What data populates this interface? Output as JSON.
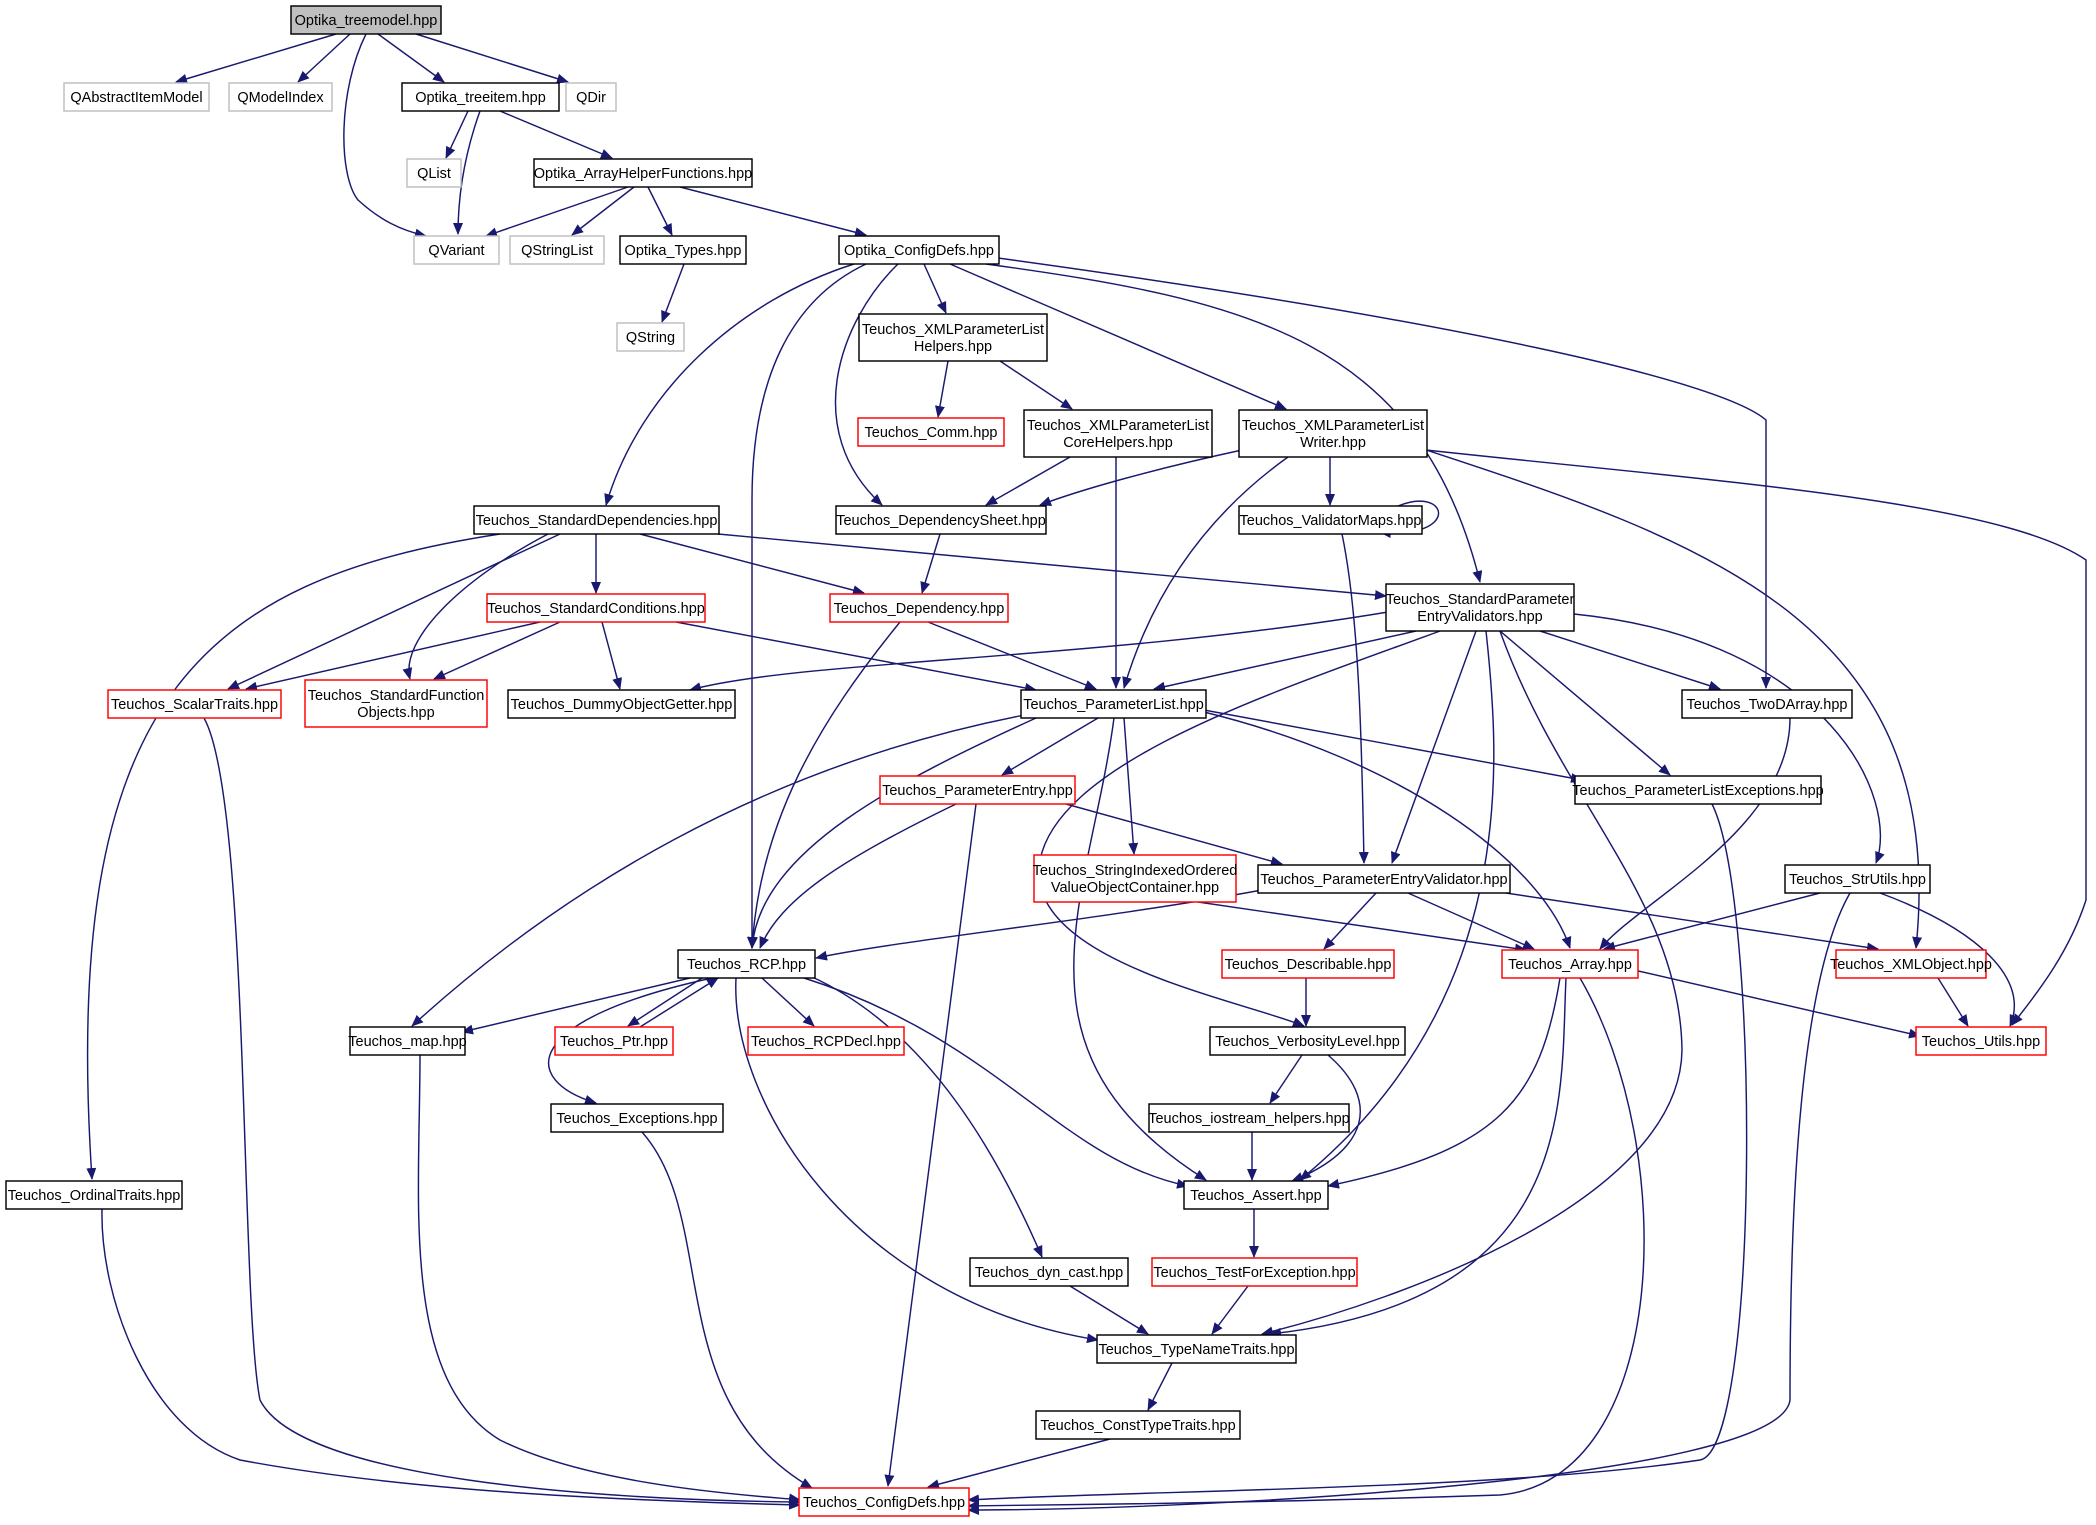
{
  "graph": {
    "colors": {
      "edge": "#191970",
      "root_fill": "#bfbfbf",
      "normal_border": "#000000",
      "truncated_border": "#ff0000",
      "external_border": "#bfbfbf",
      "text": "#000000",
      "background": "#ffffff"
    },
    "nodes": [
      {
        "id": "optika_treemodel",
        "label": [
          "Optika_treemodel.hpp"
        ],
        "kind": "root"
      },
      {
        "id": "qabstractitemmodel",
        "label": [
          "QAbstractItemModel"
        ],
        "kind": "external"
      },
      {
        "id": "qmodelindex",
        "label": [
          "QModelIndex"
        ],
        "kind": "external"
      },
      {
        "id": "optika_treeitem",
        "label": [
          "Optika_treeitem.hpp"
        ],
        "kind": "normal"
      },
      {
        "id": "qdir",
        "label": [
          "QDir"
        ],
        "kind": "external"
      },
      {
        "id": "qlist",
        "label": [
          "QList"
        ],
        "kind": "external"
      },
      {
        "id": "optika_arrayhelper",
        "label": [
          "Optika_ArrayHelperFunctions.hpp"
        ],
        "kind": "normal"
      },
      {
        "id": "qvariant",
        "label": [
          "QVariant"
        ],
        "kind": "external"
      },
      {
        "id": "qstringlist",
        "label": [
          "QStringList"
        ],
        "kind": "external"
      },
      {
        "id": "optika_types",
        "label": [
          "Optika_Types.hpp"
        ],
        "kind": "normal"
      },
      {
        "id": "optika_configdefs",
        "label": [
          "Optika_ConfigDefs.hpp"
        ],
        "kind": "normal"
      },
      {
        "id": "qstring",
        "label": [
          "QString"
        ],
        "kind": "external"
      },
      {
        "id": "xml_helpers",
        "label": [
          "Teuchos_XMLParameterList",
          "Helpers.hpp"
        ],
        "kind": "normal"
      },
      {
        "id": "teuchos_comm",
        "label": [
          "Teuchos_Comm.hpp"
        ],
        "kind": "truncated"
      },
      {
        "id": "xml_corehelpers",
        "label": [
          "Teuchos_XMLParameterList",
          "CoreHelpers.hpp"
        ],
        "kind": "normal"
      },
      {
        "id": "xml_writer",
        "label": [
          "Teuchos_XMLParameterList",
          "Writer.hpp"
        ],
        "kind": "normal"
      },
      {
        "id": "std_dependencies",
        "label": [
          "Teuchos_StandardDependencies.hpp"
        ],
        "kind": "normal"
      },
      {
        "id": "dependency_sheet",
        "label": [
          "Teuchos_DependencySheet.hpp"
        ],
        "kind": "normal"
      },
      {
        "id": "validator_maps",
        "label": [
          "Teuchos_ValidatorMaps.hpp"
        ],
        "kind": "normal"
      },
      {
        "id": "std_conditions",
        "label": [
          "Teuchos_StandardConditions.hpp"
        ],
        "kind": "truncated"
      },
      {
        "id": "dependency",
        "label": [
          "Teuchos_Dependency.hpp"
        ],
        "kind": "truncated"
      },
      {
        "id": "std_param_validators",
        "label": [
          "Teuchos_StandardParameter",
          "EntryValidators.hpp"
        ],
        "kind": "normal"
      },
      {
        "id": "scalar_traits",
        "label": [
          "Teuchos_ScalarTraits.hpp"
        ],
        "kind": "truncated"
      },
      {
        "id": "std_function_objects",
        "label": [
          "Teuchos_StandardFunction",
          "Objects.hpp"
        ],
        "kind": "truncated"
      },
      {
        "id": "dummy_object_getter",
        "label": [
          "Teuchos_DummyObjectGetter.hpp"
        ],
        "kind": "normal"
      },
      {
        "id": "parameter_list",
        "label": [
          "Teuchos_ParameterList.hpp"
        ],
        "kind": "normal"
      },
      {
        "id": "two_d_array",
        "label": [
          "Teuchos_TwoDArray.hpp"
        ],
        "kind": "normal"
      },
      {
        "id": "parameter_entry",
        "label": [
          "Teuchos_ParameterEntry.hpp"
        ],
        "kind": "truncated"
      },
      {
        "id": "param_list_exceptions",
        "label": [
          "Teuchos_ParameterListExceptions.hpp"
        ],
        "kind": "normal"
      },
      {
        "id": "string_indexed",
        "label": [
          "Teuchos_StringIndexedOrdered",
          "ValueObjectContainer.hpp"
        ],
        "kind": "truncated"
      },
      {
        "id": "param_entry_validator",
        "label": [
          "Teuchos_ParameterEntryValidator.hpp"
        ],
        "kind": "normal"
      },
      {
        "id": "str_utils",
        "label": [
          "Teuchos_StrUtils.hpp"
        ],
        "kind": "normal"
      },
      {
        "id": "rcp",
        "label": [
          "Teuchos_RCP.hpp"
        ],
        "kind": "normal"
      },
      {
        "id": "describable",
        "label": [
          "Teuchos_Describable.hpp"
        ],
        "kind": "truncated"
      },
      {
        "id": "array",
        "label": [
          "Teuchos_Array.hpp"
        ],
        "kind": "truncated"
      },
      {
        "id": "xml_object",
        "label": [
          "Teuchos_XMLObject.hpp"
        ],
        "kind": "truncated"
      },
      {
        "id": "map",
        "label": [
          "Teuchos_map.hpp"
        ],
        "kind": "normal"
      },
      {
        "id": "ptr",
        "label": [
          "Teuchos_Ptr.hpp"
        ],
        "kind": "truncated"
      },
      {
        "id": "rcp_decl",
        "label": [
          "Teuchos_RCPDecl.hpp"
        ],
        "kind": "truncated"
      },
      {
        "id": "verbosity_level",
        "label": [
          "Teuchos_VerbosityLevel.hpp"
        ],
        "kind": "normal"
      },
      {
        "id": "utils",
        "label": [
          "Teuchos_Utils.hpp"
        ],
        "kind": "truncated"
      },
      {
        "id": "exceptions",
        "label": [
          "Teuchos_Exceptions.hpp"
        ],
        "kind": "normal"
      },
      {
        "id": "iostream_helpers",
        "label": [
          "Teuchos_iostream_helpers.hpp"
        ],
        "kind": "normal"
      },
      {
        "id": "ordinal_traits",
        "label": [
          "Teuchos_OrdinalTraits.hpp"
        ],
        "kind": "normal"
      },
      {
        "id": "teuchos_assert",
        "label": [
          "Teuchos_Assert.hpp"
        ],
        "kind": "normal"
      },
      {
        "id": "dyn_cast",
        "label": [
          "Teuchos_dyn_cast.hpp"
        ],
        "kind": "normal"
      },
      {
        "id": "test_for_exception",
        "label": [
          "Teuchos_TestForException.hpp"
        ],
        "kind": "truncated"
      },
      {
        "id": "type_name_traits",
        "label": [
          "Teuchos_TypeNameTraits.hpp"
        ],
        "kind": "normal"
      },
      {
        "id": "const_type_traits",
        "label": [
          "Teuchos_ConstTypeTraits.hpp"
        ],
        "kind": "normal"
      },
      {
        "id": "teuchos_configdefs",
        "label": [
          "Teuchos_ConfigDefs.hpp"
        ],
        "kind": "truncated"
      }
    ],
    "edges": [
      [
        "optika_treemodel",
        "qabstractitemmodel"
      ],
      [
        "optika_treemodel",
        "qmodelindex"
      ],
      [
        "optika_treemodel",
        "optika_treeitem"
      ],
      [
        "optika_treemodel",
        "qdir"
      ],
      [
        "optika_treemodel",
        "qvariant"
      ],
      [
        "optika_treeitem",
        "qlist"
      ],
      [
        "optika_treeitem",
        "qvariant"
      ],
      [
        "optika_treeitem",
        "optika_arrayhelper"
      ],
      [
        "optika_arrayhelper",
        "qvariant"
      ],
      [
        "optika_arrayhelper",
        "qstringlist"
      ],
      [
        "optika_arrayhelper",
        "optika_types"
      ],
      [
        "optika_arrayhelper",
        "optika_configdefs"
      ],
      [
        "optika_types",
        "qstring"
      ],
      [
        "optika_configdefs",
        "xml_helpers"
      ],
      [
        "optika_configdefs",
        "xml_writer"
      ],
      [
        "optika_configdefs",
        "std_dependencies"
      ],
      [
        "optika_configdefs",
        "dependency_sheet"
      ],
      [
        "optika_configdefs",
        "rcp"
      ],
      [
        "optika_configdefs",
        "std_param_validators"
      ],
      [
        "optika_configdefs",
        "two_d_array"
      ],
      [
        "xml_helpers",
        "teuchos_comm"
      ],
      [
        "xml_helpers",
        "xml_corehelpers"
      ],
      [
        "xml_corehelpers",
        "dependency_sheet"
      ],
      [
        "xml_corehelpers",
        "parameter_list"
      ],
      [
        "xml_writer",
        "dependency_sheet"
      ],
      [
        "xml_writer",
        "validator_maps"
      ],
      [
        "xml_writer",
        "parameter_list"
      ],
      [
        "xml_writer",
        "xml_object"
      ],
      [
        "xml_writer",
        "utils"
      ],
      [
        "validator_maps",
        "validator_maps"
      ],
      [
        "validator_maps",
        "param_entry_validator"
      ],
      [
        "dependency_sheet",
        "dependency"
      ],
      [
        "std_dependencies",
        "std_conditions"
      ],
      [
        "std_dependencies",
        "dependency"
      ],
      [
        "std_dependencies",
        "std_param_validators"
      ],
      [
        "std_dependencies",
        "scalar_traits"
      ],
      [
        "std_dependencies",
        "std_function_objects"
      ],
      [
        "std_dependencies",
        "ordinal_traits"
      ],
      [
        "std_conditions",
        "scalar_traits"
      ],
      [
        "std_conditions",
        "std_function_objects"
      ],
      [
        "std_conditions",
        "dummy_object_getter"
      ],
      [
        "std_conditions",
        "parameter_list"
      ],
      [
        "dependency",
        "parameter_list"
      ],
      [
        "dependency",
        "rcp"
      ],
      [
        "std_param_validators",
        "dummy_object_getter"
      ],
      [
        "std_param_validators",
        "parameter_list"
      ],
      [
        "std_param_validators",
        "two_d_array"
      ],
      [
        "std_param_validators",
        "param_list_exceptions"
      ],
      [
        "std_param_validators",
        "param_entry_validator"
      ],
      [
        "std_param_validators",
        "str_utils"
      ],
      [
        "std_param_validators",
        "verbosity_level"
      ],
      [
        "std_param_validators",
        "teuchos_assert"
      ],
      [
        "std_param_validators",
        "type_name_traits"
      ],
      [
        "parameter_list",
        "parameter_entry"
      ],
      [
        "parameter_list",
        "param_list_exceptions"
      ],
      [
        "parameter_list",
        "string_indexed"
      ],
      [
        "parameter_list",
        "rcp"
      ],
      [
        "parameter_list",
        "map"
      ],
      [
        "parameter_list",
        "array"
      ],
      [
        "parameter_list",
        "teuchos_assert"
      ],
      [
        "parameter_entry",
        "rcp"
      ],
      [
        "parameter_entry",
        "param_entry_validator"
      ],
      [
        "parameter_entry",
        "teuchos_configdefs"
      ],
      [
        "string_indexed",
        "array"
      ],
      [
        "two_d_array",
        "array"
      ],
      [
        "param_entry_validator",
        "rcp"
      ],
      [
        "param_entry_validator",
        "describable"
      ],
      [
        "param_entry_validator",
        "array"
      ],
      [
        "param_entry_validator",
        "xml_object"
      ],
      [
        "str_utils",
        "array"
      ],
      [
        "str_utils",
        "utils"
      ],
      [
        "str_utils",
        "teuchos_configdefs"
      ],
      [
        "param_list_exceptions",
        "teuchos_configdefs"
      ],
      [
        "rcp",
        "ptr"
      ],
      [
        "ptr",
        "rcp"
      ],
      [
        "rcp",
        "rcp_decl"
      ],
      [
        "rcp",
        "map"
      ],
      [
        "rcp",
        "exceptions"
      ],
      [
        "rcp",
        "dyn_cast"
      ],
      [
        "rcp",
        "teuchos_assert"
      ],
      [
        "rcp",
        "type_name_traits"
      ],
      [
        "describable",
        "verbosity_level"
      ],
      [
        "verbosity_level",
        "iostream_helpers"
      ],
      [
        "verbosity_level",
        "teuchos_assert"
      ],
      [
        "iostream_helpers",
        "teuchos_assert"
      ],
      [
        "array",
        "utils"
      ],
      [
        "array",
        "teuchos_assert"
      ],
      [
        "array",
        "type_name_traits"
      ],
      [
        "array",
        "teuchos_configdefs"
      ],
      [
        "xml_object",
        "utils"
      ],
      [
        "teuchos_assert",
        "test_for_exception"
      ],
      [
        "test_for_exception",
        "type_name_traits"
      ],
      [
        "dyn_cast",
        "type_name_traits"
      ],
      [
        "type_name_traits",
        "const_type_traits"
      ],
      [
        "const_type_traits",
        "teuchos_configdefs"
      ],
      [
        "map",
        "teuchos_configdefs"
      ],
      [
        "exceptions",
        "teuchos_configdefs"
      ],
      [
        "scalar_traits",
        "teuchos_configdefs"
      ],
      [
        "ordinal_traits",
        "teuchos_configdefs"
      ]
    ]
  }
}
